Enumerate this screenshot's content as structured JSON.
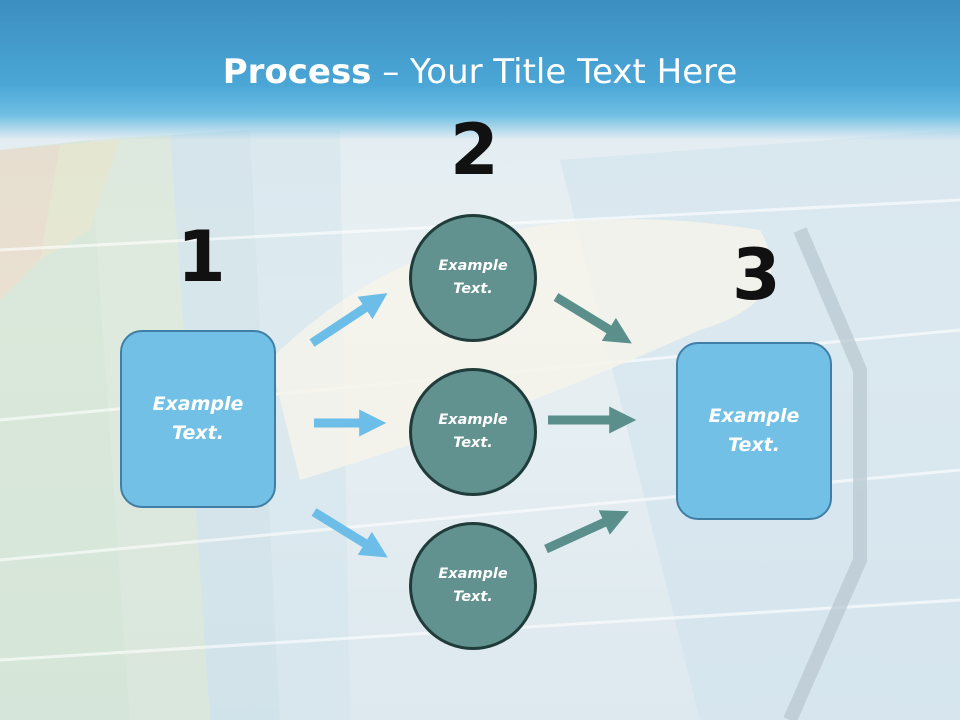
{
  "title": {
    "bold": "Process",
    "rest": " – Your Title Text Here"
  },
  "steps": {
    "one": "1",
    "two": "2",
    "three": "3"
  },
  "left_box": "Example\nText.",
  "circles": [
    "Example\nText.",
    "Example\nText.",
    "Example\nText."
  ],
  "right_box": "Example\nText.",
  "colors": {
    "header": "#4aa6d6",
    "box": "#72c0e6",
    "circle": "#61928f",
    "arrow_blue": "#6cbde7",
    "arrow_teal": "#5a8f8c"
  }
}
